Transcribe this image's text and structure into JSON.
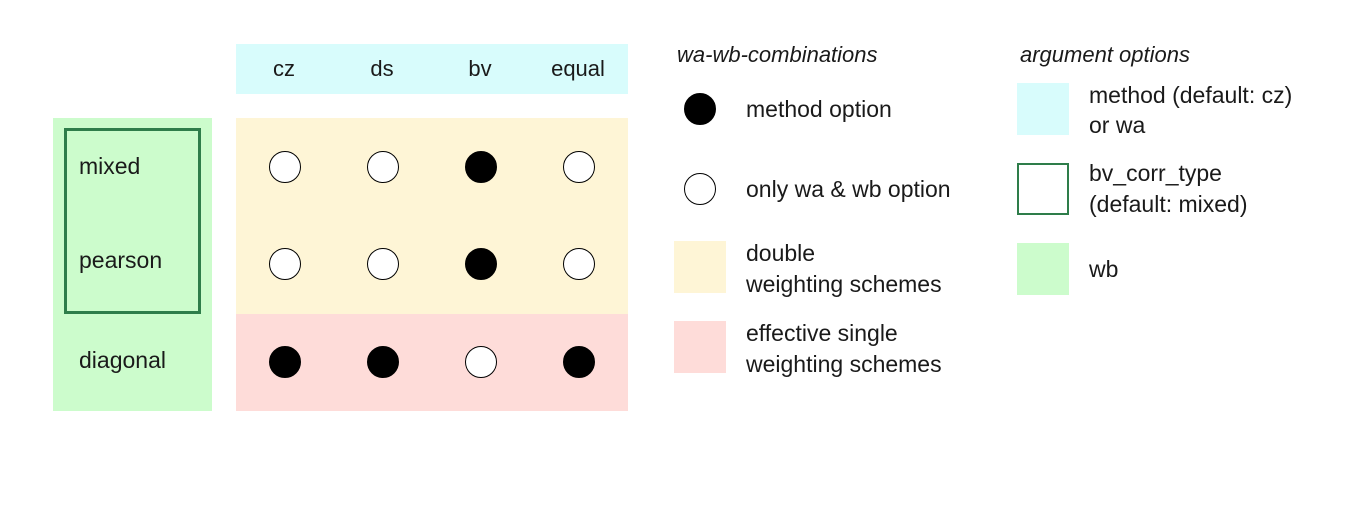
{
  "colors": {
    "method_band": "#d8fcfc",
    "wb_band": "#ccfccc",
    "double_band": "#fef5d6",
    "single_band": "#fedcd9",
    "bv_corr_border": "#2e7d4a",
    "marker": "#000000"
  },
  "columns": [
    "cz",
    "ds",
    "bv",
    "equal"
  ],
  "rows": [
    "mixed",
    "pearson",
    "diagonal"
  ],
  "matrix": [
    [
      "open",
      "open",
      "filled",
      "open"
    ],
    [
      "open",
      "open",
      "filled",
      "open"
    ],
    [
      "filled",
      "filled",
      "open",
      "filled"
    ]
  ],
  "legend_combinations": {
    "heading": "wa-wb-combinations",
    "method_option": "method option",
    "only_wa_wb": "only wa & wb option",
    "double_line1": "double",
    "double_line2": "weighting schemes",
    "single_line1": "effective single",
    "single_line2": "weighting schemes"
  },
  "legend_arguments": {
    "heading": "argument options",
    "method_line1": "method (default: cz)",
    "method_line2": "or wa",
    "bv_line1": "bv_corr_type",
    "bv_line2": "(default: mixed)",
    "wb": "wb"
  }
}
